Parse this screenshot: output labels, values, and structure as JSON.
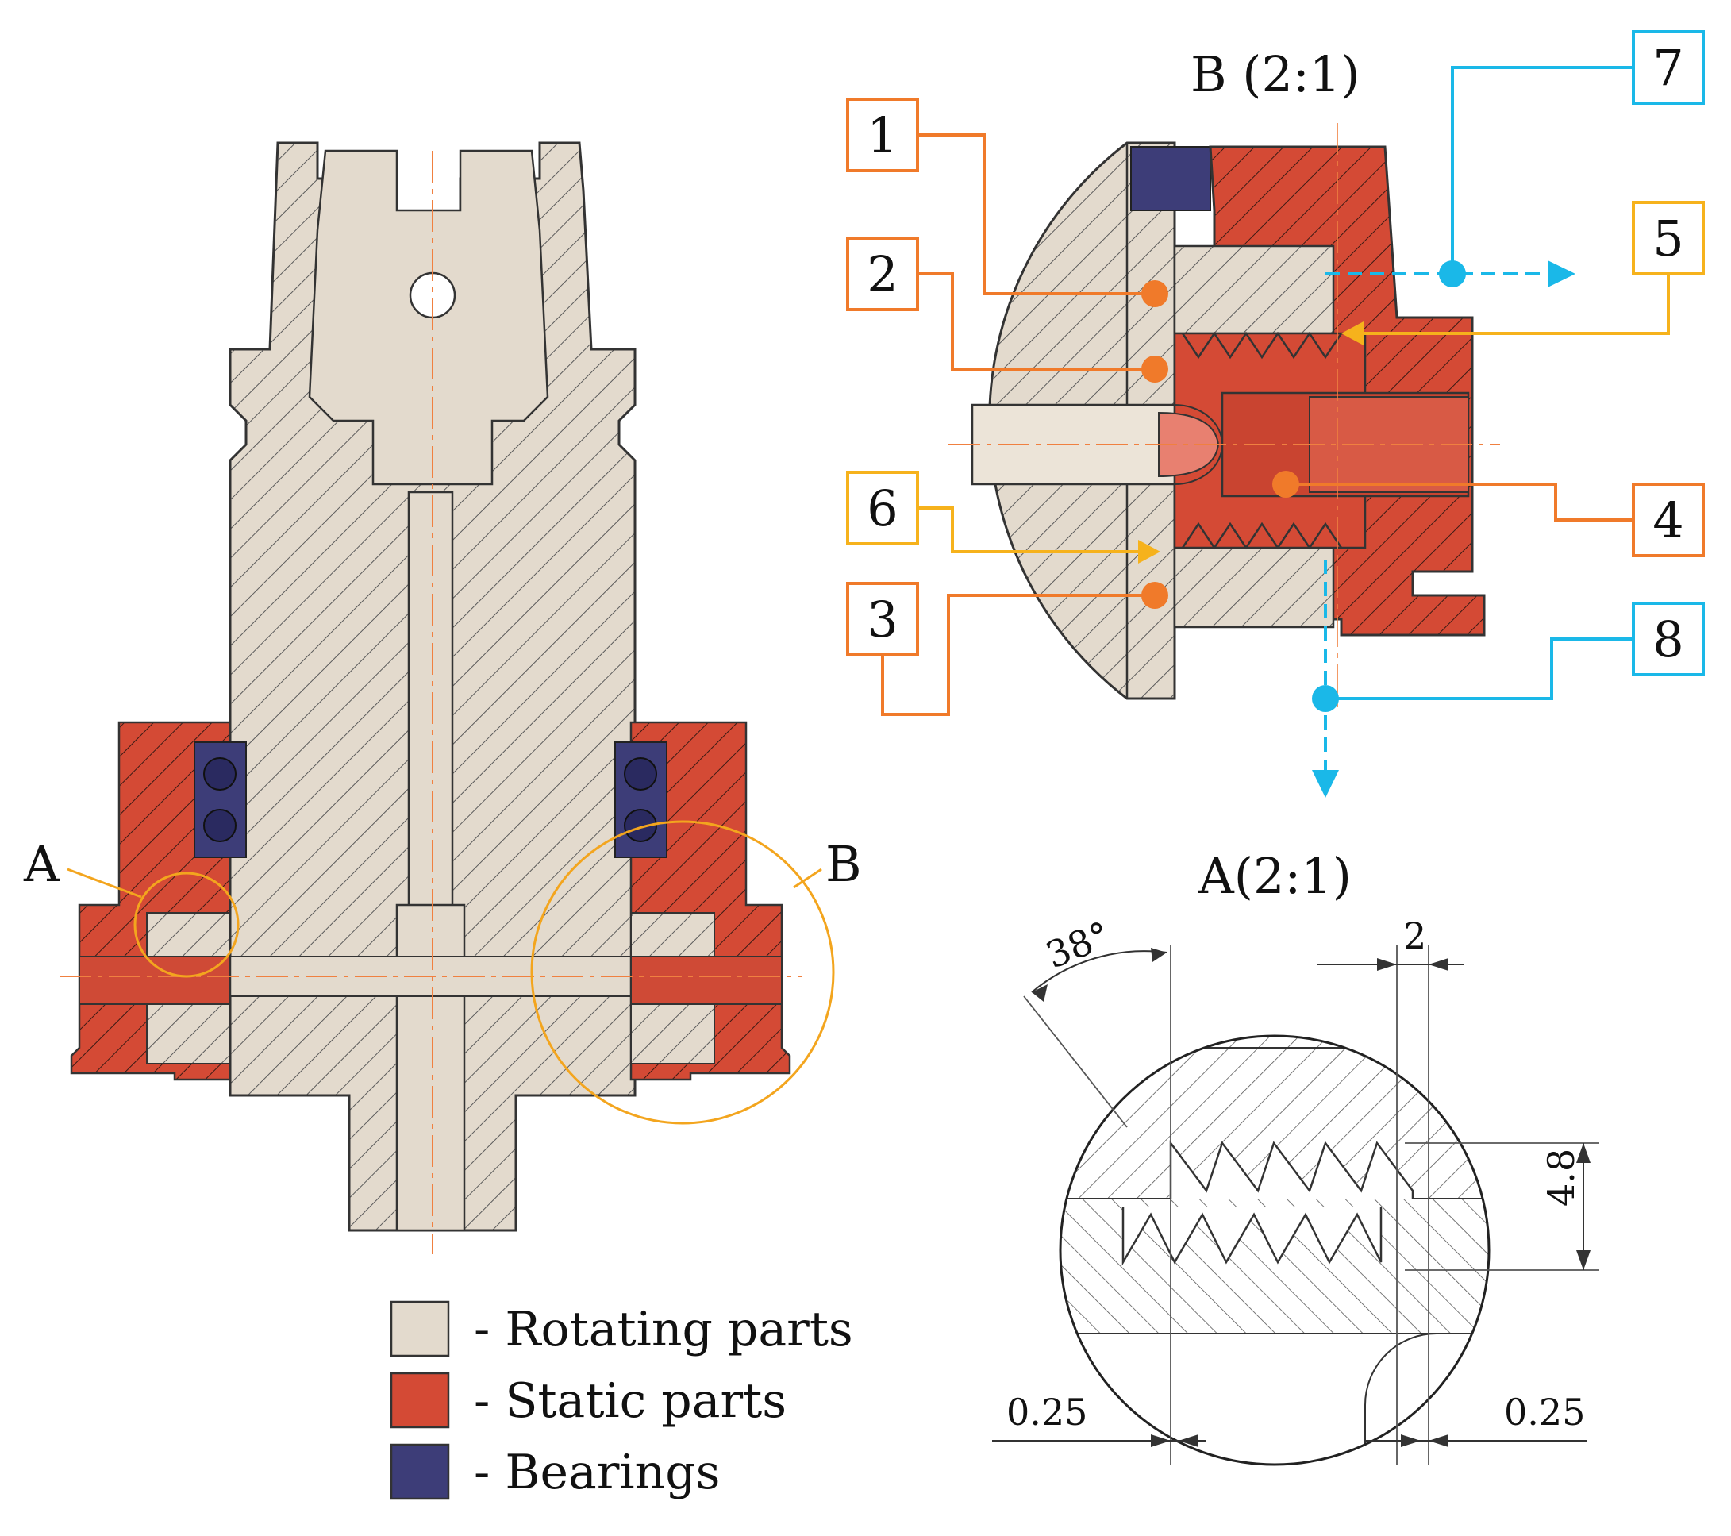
{
  "colors": {
    "rotating": "#e3dacd",
    "static": "#d44a35",
    "bearings": "#3d3d78",
    "orange_callout": "#f07a2a",
    "yellow_callout": "#f6b21c",
    "cyan_callout": "#1ab8e8",
    "detail_circle": "#f3a51e",
    "centerline": "#f08040",
    "outline": "#333333"
  },
  "main_view": {
    "detail_labels": [
      "A",
      "B"
    ]
  },
  "detail_b": {
    "title": "B (2:1)",
    "callouts": [
      {
        "number": "1",
        "color": "orange"
      },
      {
        "number": "2",
        "color": "orange"
      },
      {
        "number": "3",
        "color": "orange"
      },
      {
        "number": "4",
        "color": "orange"
      },
      {
        "number": "5",
        "color": "yellow"
      },
      {
        "number": "6",
        "color": "yellow"
      },
      {
        "number": "7",
        "color": "cyan"
      },
      {
        "number": "8",
        "color": "cyan"
      }
    ]
  },
  "detail_a": {
    "title": "A(2:1)",
    "dimensions": {
      "angle": "38°",
      "pitch": "2",
      "height": "4.8",
      "gap_left": "0.25",
      "gap_right": "0.25"
    }
  },
  "legend": [
    {
      "label": "- Rotating parts",
      "color_key": "rotating"
    },
    {
      "label": "- Static parts",
      "color_key": "static"
    },
    {
      "label": "- Bearings",
      "color_key": "bearings"
    }
  ]
}
